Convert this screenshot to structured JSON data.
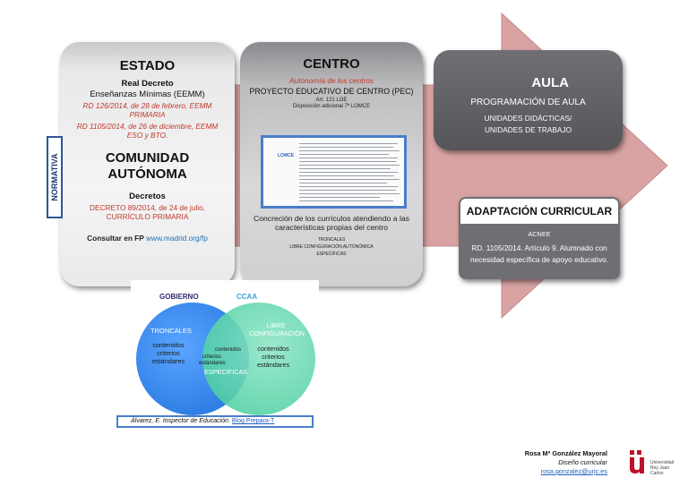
{
  "estado": {
    "title": "ESTADO",
    "subtitle": "Real Decreto",
    "eemm": "Enseñanzas Mínimas (EEMM)",
    "rd1": "RD 126/2014, de 28 de febrero, EEMM PRIMARIA",
    "rd2": "RD 1105/2014, de 26 de diciembre, EEMM ESO y BTO.",
    "ca_title": "COMUNIDAD AUTÓNOMA",
    "decretos": "Decretos",
    "decreto": "DECRETO 89/2014, de 24 de julio, CURRÍCULO PRIMARIA",
    "consult_label": "Consultar en FP",
    "consult_url": "www.madrid.org/fp"
  },
  "normativa": "NORMATIVA",
  "centro": {
    "title": "CENTRO",
    "autonomia": "Autonomía de los centros",
    "pec": "PROYECTO EDUCATIVO DE CENTRO (PEC)",
    "art": "Art. 121 LOE",
    "disp": "Disposición adicional 7ª LOMCE",
    "doc_label": "LOMCE",
    "concrecion": "Concreción de los currículos atendiendo a las características propias del centro",
    "troncales": "TRONCALES",
    "libre": "LIBRE CONFIGURACIÓN AUTONÓMICA",
    "especificas": "ESPECÍFICAS"
  },
  "aula": {
    "title": "AULA",
    "prog": "PROGRAMACIÓN DE AULA",
    "ud": "UNIDADES DIDÁCTICAS/",
    "ut": "UNIDADES DE TRABAJO"
  },
  "adaptacion": {
    "title": "ADAPTACIÓN CURRICULAR",
    "acnee": "ACNEE",
    "rd": "RD. 1105/2014. Artículo 9. Alumnado con necesidad específica de apoyo educativo."
  },
  "venn": {
    "gobierno": "GOBIERNO",
    "ccaa": "CCAA",
    "troncales": "TRONCALES",
    "libre": "LIBRE CONFIGURACIÓN",
    "left_list": "contenidos criterios estándares",
    "mid_contenidos": "contenidos",
    "mid_criterios": "criterios",
    "mid_estandares": "estándares",
    "right_list": "contenidos criterios estándares",
    "especificas": "ESPECÍFICAS",
    "colors": {
      "blue": "#2f7fe6",
      "green": "#55d2a5"
    }
  },
  "caption": {
    "text": "Álvarez, E. Inspector de Educación.",
    "link": "Blog Prepara-T"
  },
  "author": {
    "name": "Rosa Mª González Mayoral",
    "role": "Diseño curricular",
    "email": "rosa.gonzalez@urjc.es"
  },
  "logo": {
    "text1": "Universidad",
    "text2": "Rey Juan Carlos",
    "color": "#c0102b"
  },
  "colors": {
    "arrow": "#d9a3a3",
    "accent_blue": "#2f5597",
    "red_text": "#c0392b"
  }
}
